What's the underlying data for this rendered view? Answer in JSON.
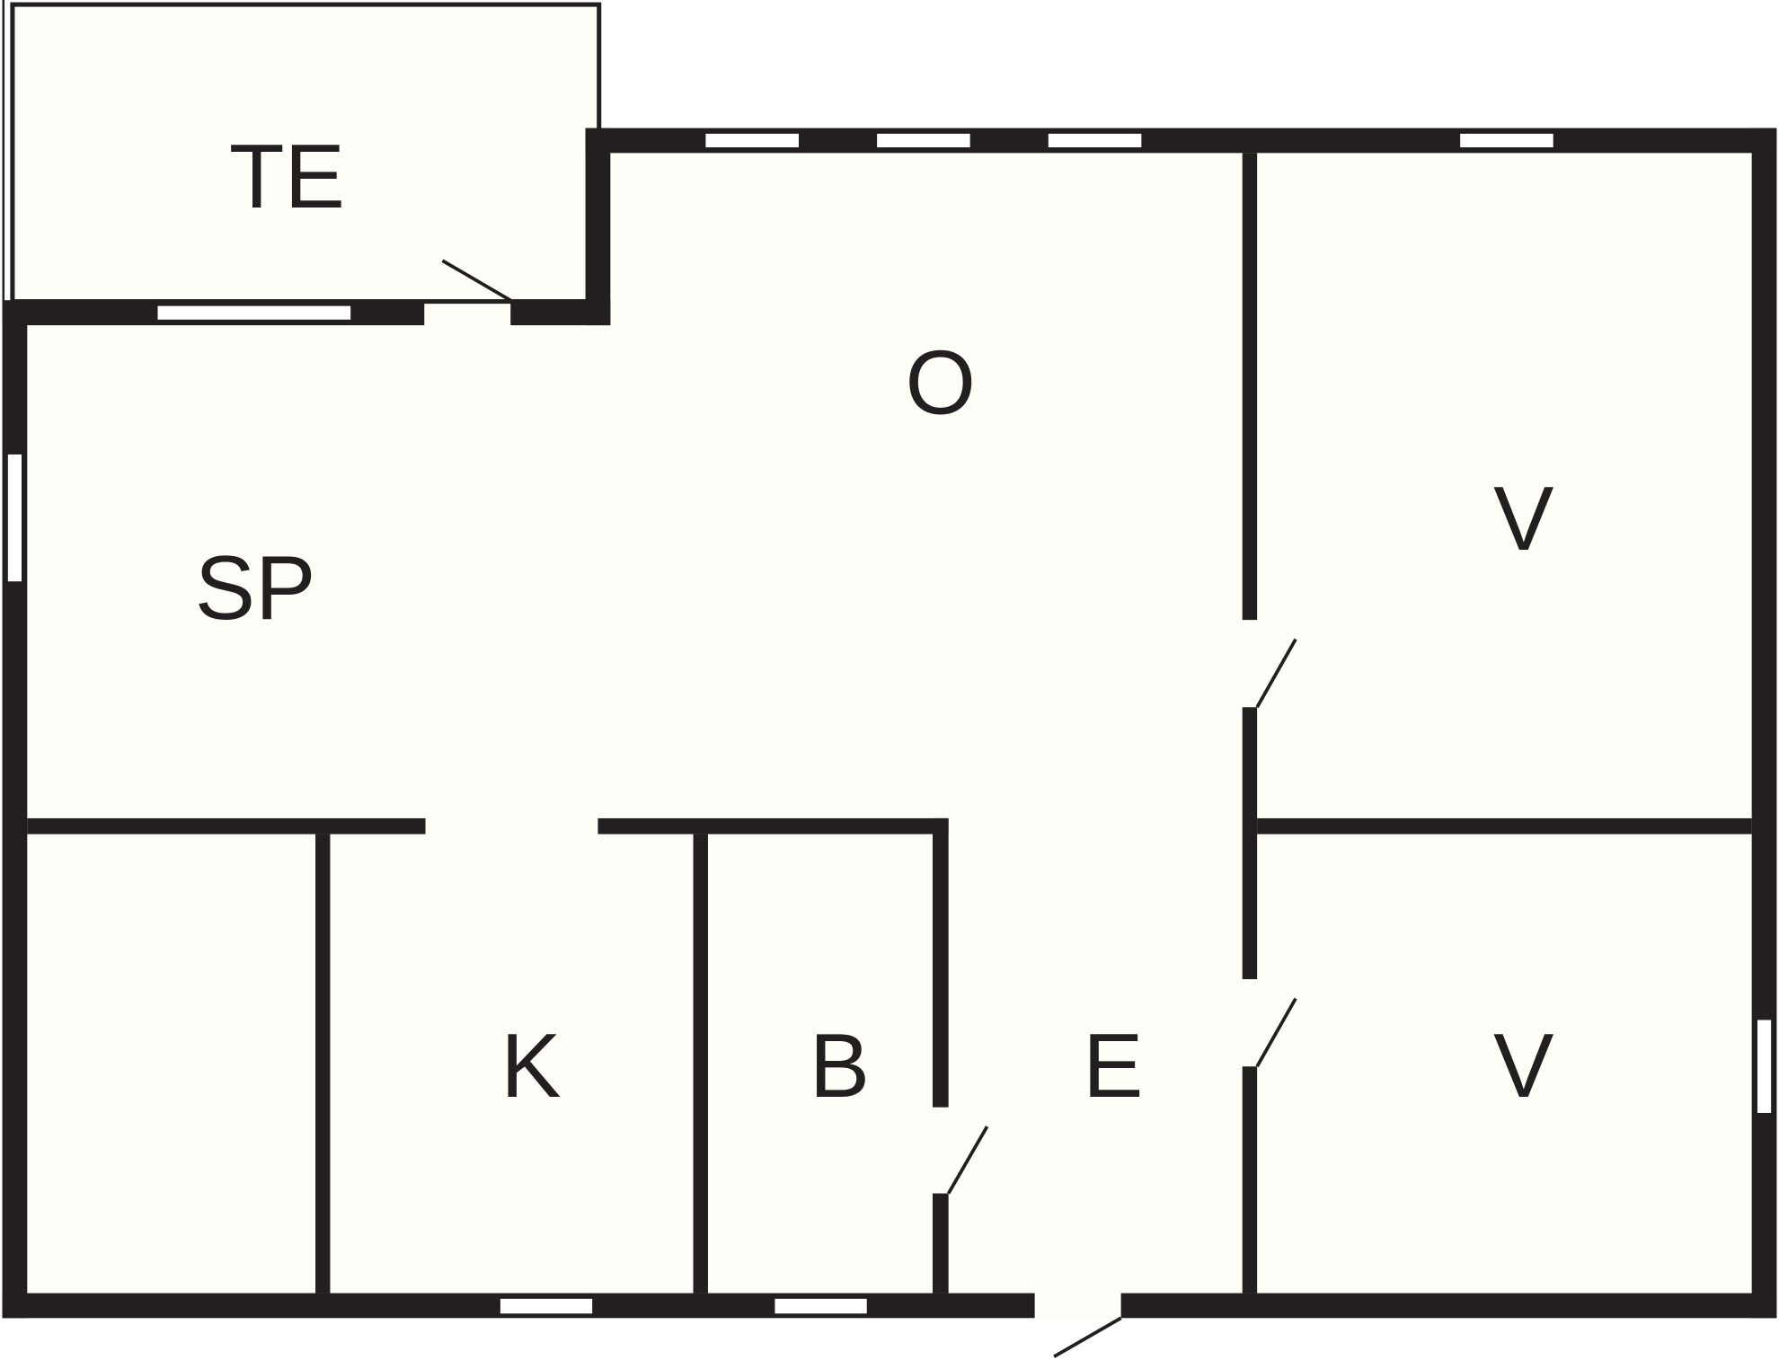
{
  "plan": {
    "rooms": [
      {
        "id": "te",
        "label": "TE"
      },
      {
        "id": "o",
        "label": "O"
      },
      {
        "id": "v1",
        "label": "V"
      },
      {
        "id": "sp",
        "label": "SP"
      },
      {
        "id": "k",
        "label": "K"
      },
      {
        "id": "b",
        "label": "B"
      },
      {
        "id": "e",
        "label": "E"
      },
      {
        "id": "v2",
        "label": "V"
      }
    ],
    "colors": {
      "wall": "#231f20",
      "floor": "#fefef8",
      "window": "#ffffff"
    }
  }
}
